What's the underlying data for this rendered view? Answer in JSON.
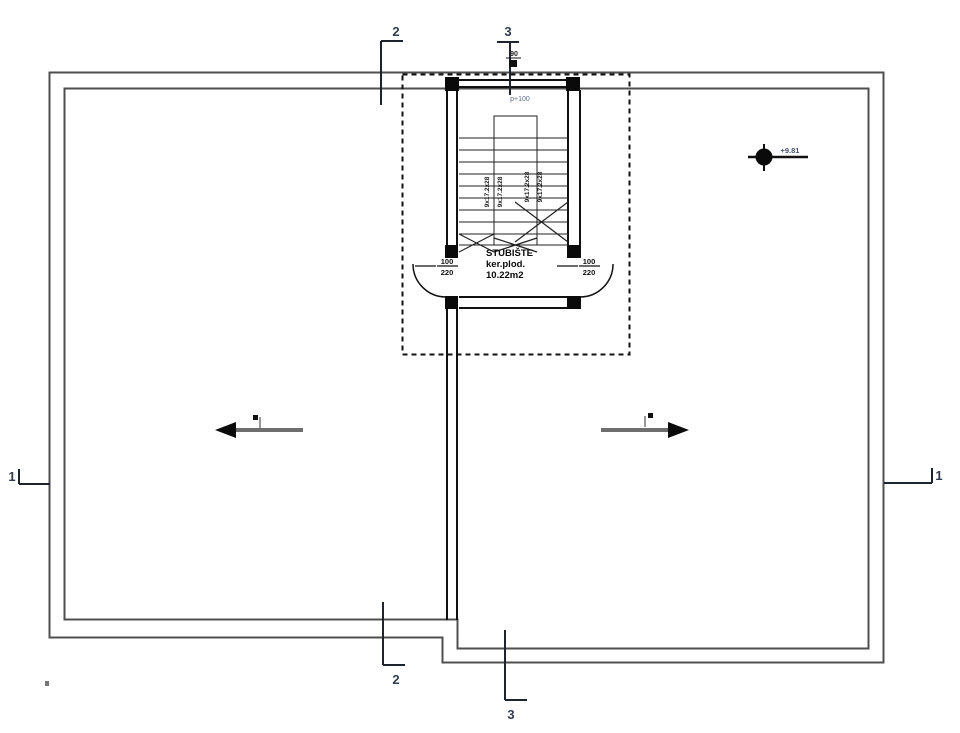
{
  "page": {
    "background": "#ffffff",
    "line_color": "#4f4f4f",
    "wall_color": "#111111"
  },
  "section_markers": {
    "left_1": "1",
    "right_1": "1",
    "top_2": "2",
    "bottom_2": "2",
    "top_3": "3",
    "bottom_3": "3",
    "top_3_dim": "90"
  },
  "elevation_marker": {
    "value": "+9.81"
  },
  "staircase": {
    "parapet_note": "p+100",
    "room_name": "STUBIŠTE",
    "floor_finish": "ker.plod.",
    "area": "10.22m2",
    "flight_left_dim_1": "9x17.2x28",
    "flight_left_dim_2": "9x17.2x28",
    "flight_right_dim_1": "9x17.2x28",
    "flight_right_dim_2": "9x17.2x28",
    "door_left": {
      "width": "100",
      "height": "220"
    },
    "door_right": {
      "width": "100",
      "height": "220"
    }
  }
}
